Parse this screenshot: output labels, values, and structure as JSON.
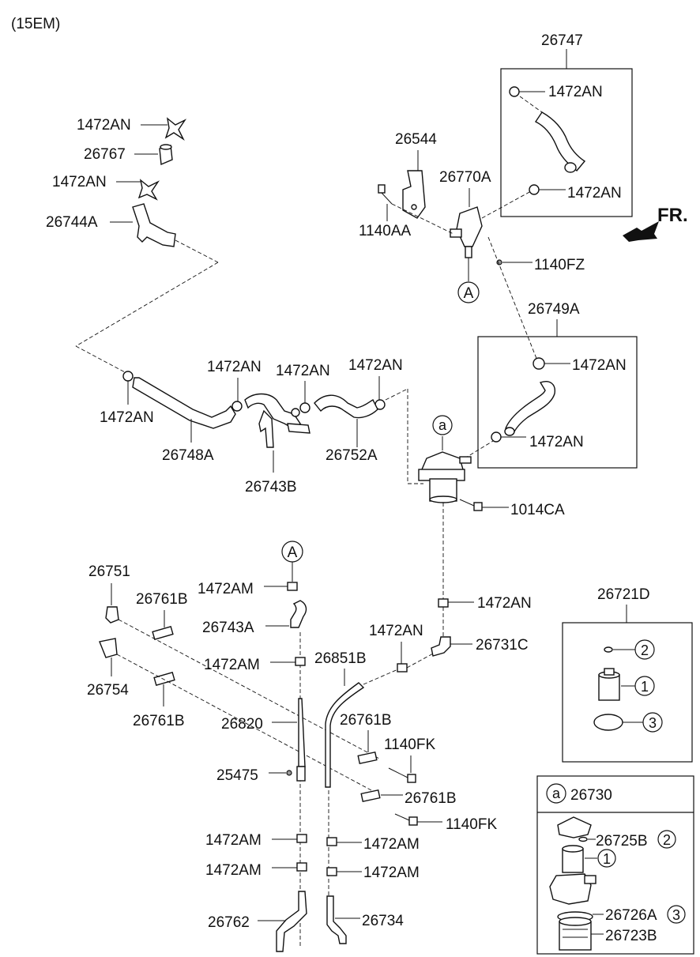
{
  "engine_code": "(15EM)",
  "fr_label": "FR.",
  "ref_a_upper": "A",
  "ref_a_lower": "a",
  "circled_1": "1",
  "circled_2": "2",
  "circled_3": "3",
  "parts": {
    "p26747": "26747",
    "p1472AN_a": "1472AN",
    "p1472AN_b": "1472AN",
    "p26544": "26544",
    "p26770A": "26770A",
    "p1140AA": "1140AA",
    "p1140FZ": "1140FZ",
    "p1472AN_top1": "1472AN",
    "p26767": "26767",
    "p1472AN_top2": "1472AN",
    "p26744A": "26744A",
    "p26749A": "26749A",
    "p1472AN_c": "1472AN",
    "p1472AN_d": "1472AN",
    "p1472AN_e": "1472AN",
    "p1472AN_f": "1472AN",
    "p1472AN_g": "1472AN",
    "p1472AN_h": "1472AN",
    "p26748A": "26748A",
    "p26743B": "26743B",
    "p26752A": "26752A",
    "p1014CA": "1014CA",
    "p26751": "26751",
    "p26761B_a": "26761B",
    "p1472AM_a": "1472AM",
    "p26743A": "26743A",
    "p1472AN_i": "1472AN",
    "p1472AN_j": "1472AN",
    "p26731C": "26731C",
    "p1472AM_b": "1472AM",
    "p26851B": "26851B",
    "p26754": "26754",
    "p26761B_b": "26761B",
    "p26820": "26820",
    "p26761B_c": "26761B",
    "p1140FK_a": "1140FK",
    "p25475": "25475",
    "p26761B_d": "26761B",
    "p1140FK_b": "1140FK",
    "p1472AM_c": "1472AM",
    "p1472AM_d": "1472AM",
    "p1472AM_e": "1472AM",
    "p1472AM_f": "1472AM",
    "p26762": "26762",
    "p26734": "26734",
    "p26721D": "26721D",
    "p26730": "26730",
    "p26725B": "26725B",
    "p26726A": "26726A",
    "p26723B": "26723B"
  }
}
